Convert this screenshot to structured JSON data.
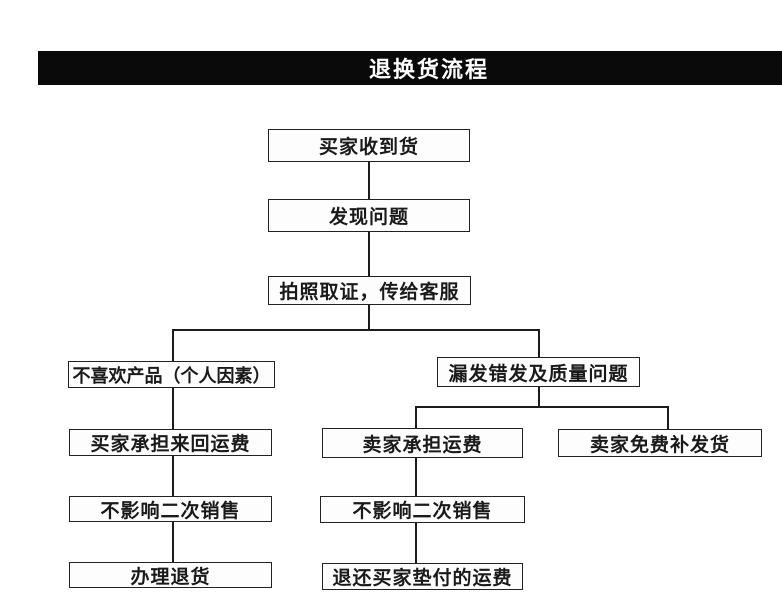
{
  "header": {
    "title": "退换货流程"
  },
  "flowchart": {
    "nodes": {
      "receive": {
        "label": "买家收到货"
      },
      "find_problem": {
        "label": "发现问题"
      },
      "photo_evidence": {
        "label": "拍照取证，传给客服"
      },
      "dislike": {
        "label": "不喜欢产品（个人因素）"
      },
      "quality_issue": {
        "label": "漏发错发及质量问题"
      },
      "buyer_shipping": {
        "label": "买家承担来回运费"
      },
      "seller_shipping": {
        "label": "卖家承担运费"
      },
      "free_reship": {
        "label": "卖家免费补发货"
      },
      "resale_left": {
        "label": "不影响二次销售"
      },
      "resale_mid": {
        "label": "不影响二次销售"
      },
      "process_return": {
        "label": "办理退货"
      },
      "refund_shipping": {
        "label": "退还买家垫付的运费"
      }
    }
  },
  "colors": {
    "background": "#ffffff",
    "header_bg": "#0a0a0a",
    "header_text": "#ffffff",
    "box_fill": "#fdfdfd",
    "box_border": "#222222",
    "box_text": "#1a1a1a",
    "connector": "#1c1c1c"
  }
}
